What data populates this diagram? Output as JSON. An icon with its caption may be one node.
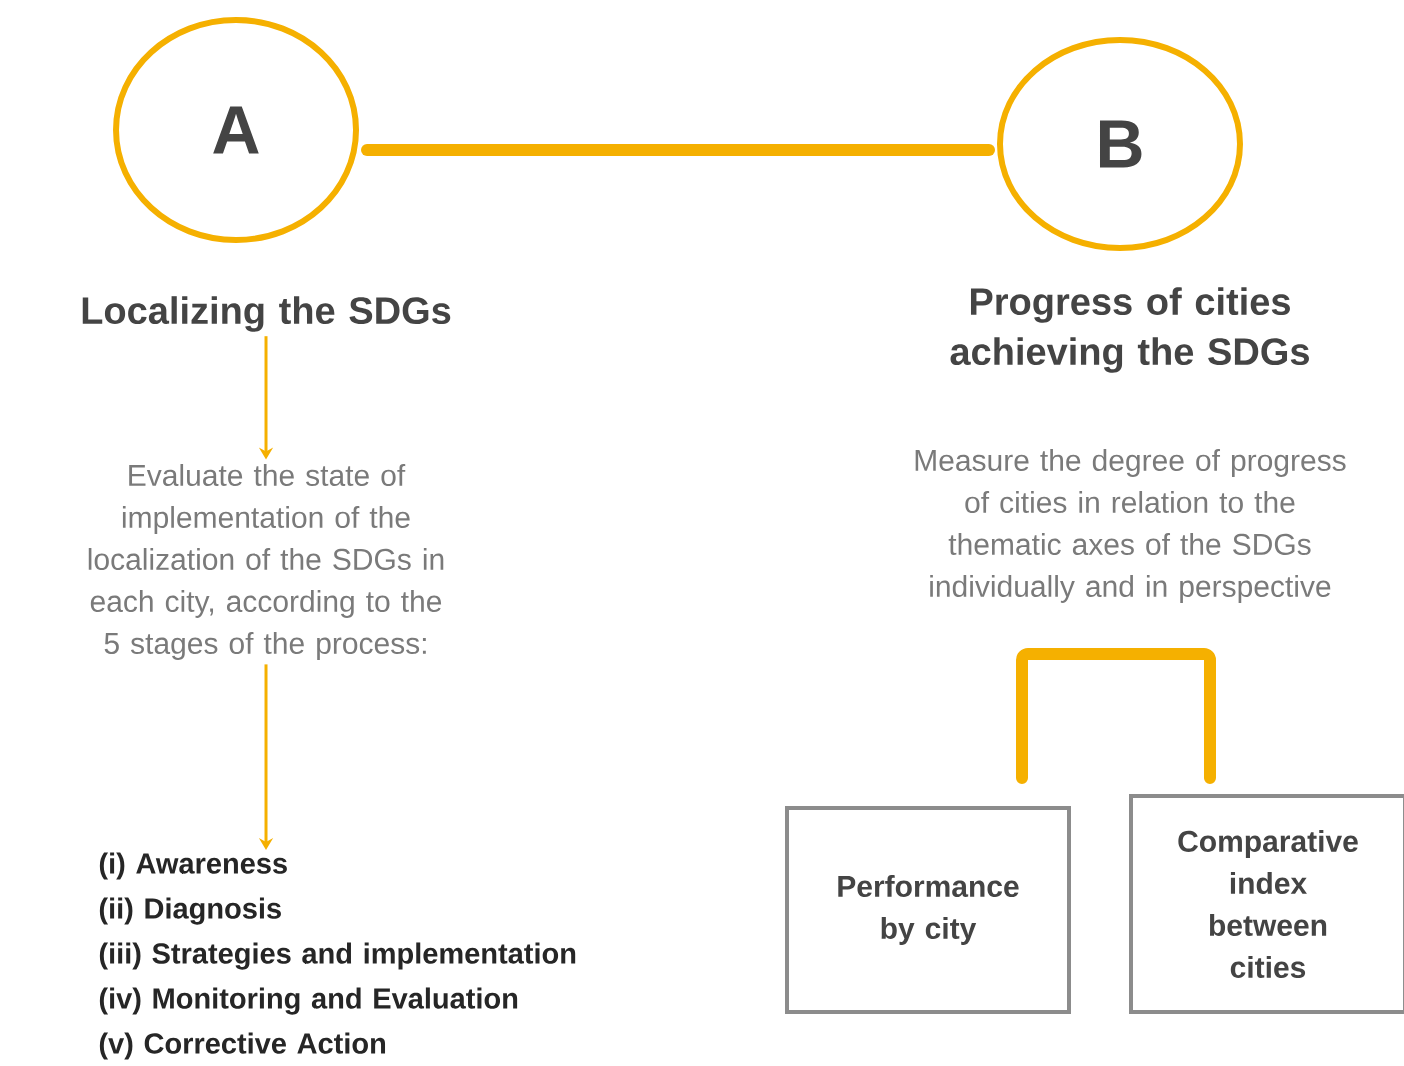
{
  "diagram": {
    "nodes": [
      {
        "text": [
          "A"
        ]
      },
      {
        "text": [
          "B"
        ]
      },
      {
        "text": [
          "Localizing the SDGs"
        ]
      },
      {
        "text": [
          "Evaluate the state of implementation of the localization of the SDGs in each city, according to the 5 stages of the process:"
        ]
      },
      {
        "text": [
          "(i) Awareness",
          "(ii) Diagnosis",
          "(iii) Strategies and implementation",
          "(iv) Monitoring and Evaluation",
          "(v) Corrective Action"
        ]
      },
      {
        "text": [
          "Progress of cities achieving the SDGs"
        ]
      },
      {
        "text": [
          "Measure the degree of progress of cities in relation to the thematic axes of the SDGs individually and in perspective"
        ]
      },
      {
        "text": [
          "Performance by city"
        ]
      },
      {
        "text": [
          "Comparative index between cities"
        ]
      }
    ],
    "edges": [
      {
        "from": 0,
        "to": 1,
        "arrow": "none",
        "style": "thick"
      },
      {
        "from": 2,
        "to": 3,
        "arrow": "to"
      },
      {
        "from": 3,
        "to": 4,
        "arrow": "to"
      },
      {
        "from": 7,
        "to": 8,
        "arrow": "none",
        "style": "thick"
      }
    ]
  }
}
